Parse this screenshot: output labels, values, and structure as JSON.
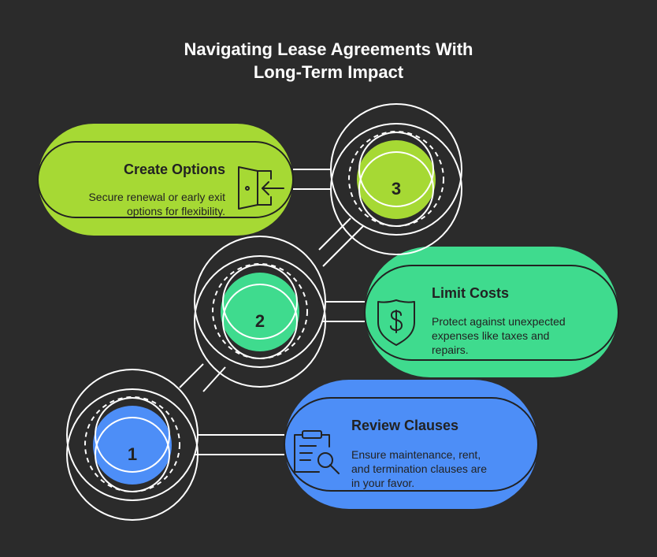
{
  "title_line1": "Navigating Lease Agreements With",
  "title_line2": "Long-Term Impact",
  "colors": {
    "background": "#2b2b2b",
    "green_lime": "#a6d934",
    "green_mint": "#3fdb8e",
    "blue": "#4d8ef7",
    "outline": "#ffffff",
    "text_dark": "#222222"
  },
  "steps": [
    {
      "number": "1",
      "title": "Review Clauses",
      "description_lines": [
        "Ensure maintenance, rent,",
        "and termination clauses are",
        "in your favor."
      ],
      "icon": "clipboard-search-icon",
      "color": "#4d8ef7"
    },
    {
      "number": "2",
      "title": "Limit Costs",
      "description_lines": [
        "Protect against unexpected",
        "expenses like taxes and",
        "repairs."
      ],
      "icon": "shield-dollar-icon",
      "color": "#3fdb8e"
    },
    {
      "number": "3",
      "title": "Create Options",
      "description_lines": [
        "Secure renewal or early exit",
        "options for flexibility."
      ],
      "icon": "door-exit-icon",
      "color": "#a6d934"
    }
  ]
}
